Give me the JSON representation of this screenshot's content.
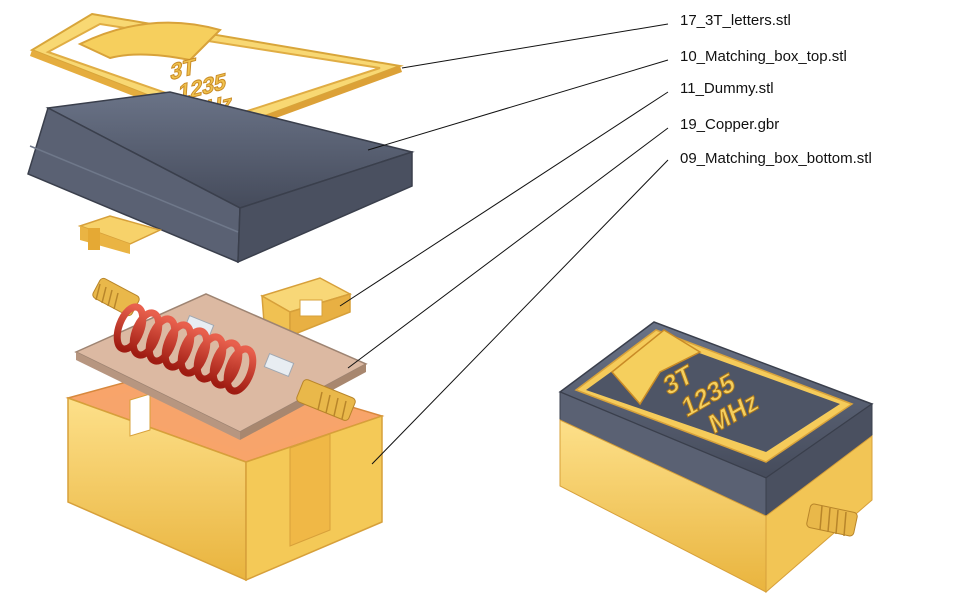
{
  "labels": {
    "letters": "17_3T_letters.stl",
    "box_top": "10_Matching_box_top.stl",
    "dummy": "11_Dummy.stl",
    "copper": "19_Copper.gbr",
    "box_bottom": "09_Matching_box_bottom.stl"
  },
  "model_text": {
    "brand": "3T",
    "freq": "1235",
    "unit": "MHz"
  },
  "colors": {
    "gold": "#f5cf5a",
    "gold_dark": "#e0a830",
    "slate": "#4e5566",
    "slate_light": "#707a8e",
    "orange_inner": "#f7a96b",
    "pcb": "#d9b79f",
    "coil": "#c4281c",
    "leader": "#111111"
  }
}
